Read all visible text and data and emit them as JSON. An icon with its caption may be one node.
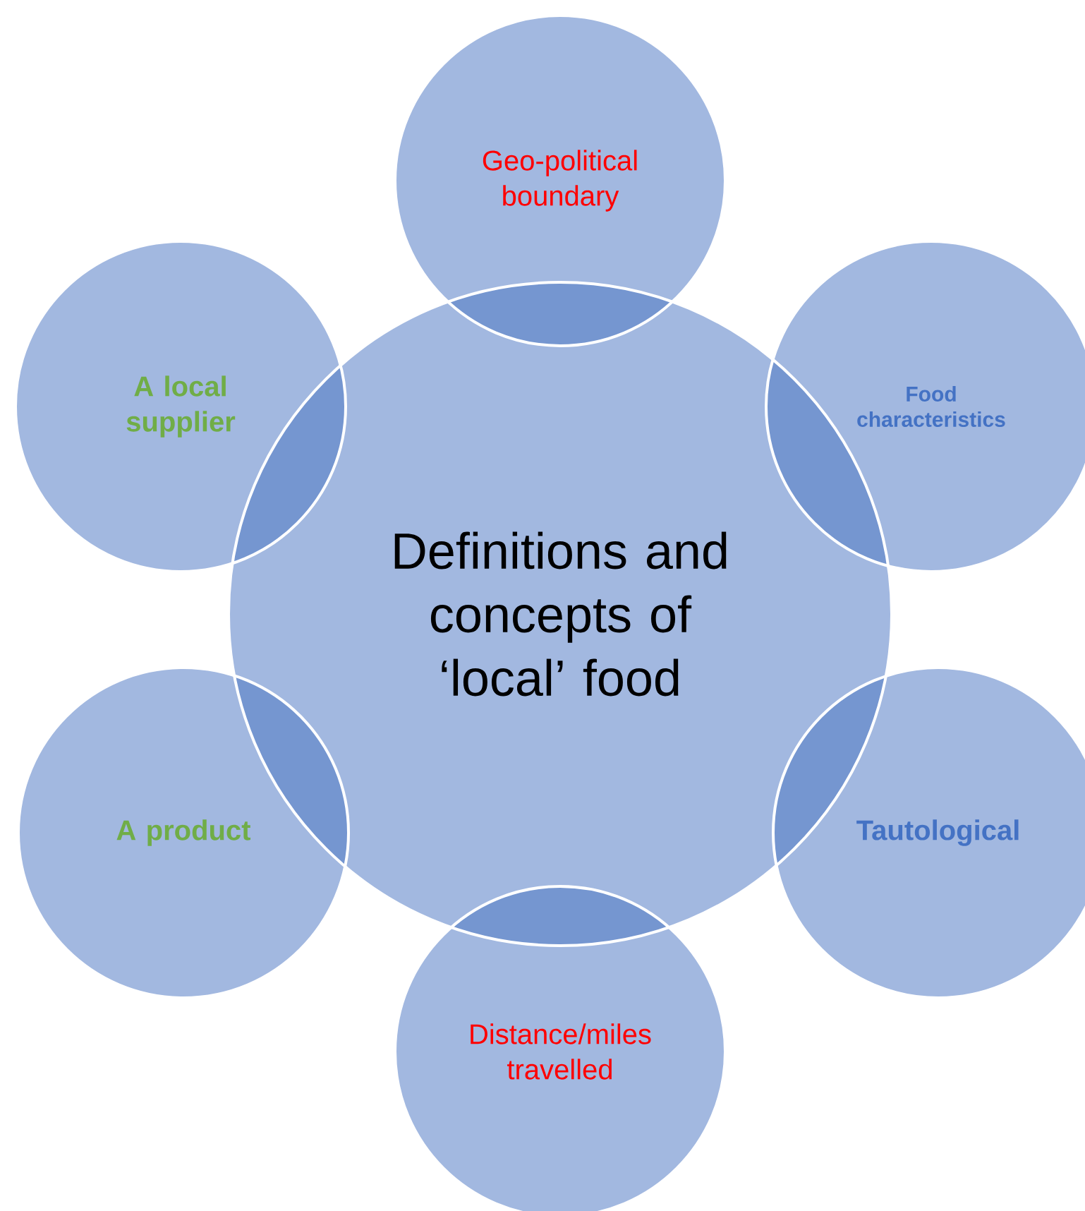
{
  "diagram": {
    "nodes": [
      {
        "text": [
          "Definitions and concepts of ‘local’ food"
        ]
      },
      {
        "text": [
          "Geo-political boundary"
        ]
      },
      {
        "text": [
          "Food characteristics"
        ]
      },
      {
        "text": [
          "Tautological"
        ]
      },
      {
        "text": [
          "Distance/miles travelled"
        ]
      },
      {
        "text": [
          "A product"
        ]
      },
      {
        "text": [
          "A local supplier"
        ]
      }
    ]
  }
}
